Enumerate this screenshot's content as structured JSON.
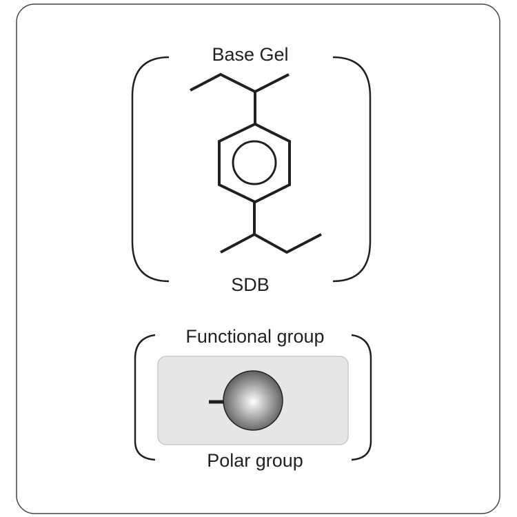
{
  "base_gel": {
    "title": "Base Gel",
    "name": "SDB"
  },
  "functional": {
    "title": "Functional group",
    "name": "Polar group"
  },
  "colors": {
    "line": "#231f20",
    "box_fill": "#e6e6e6",
    "box_stroke": "#c8c8c8",
    "frame": "#444444"
  }
}
